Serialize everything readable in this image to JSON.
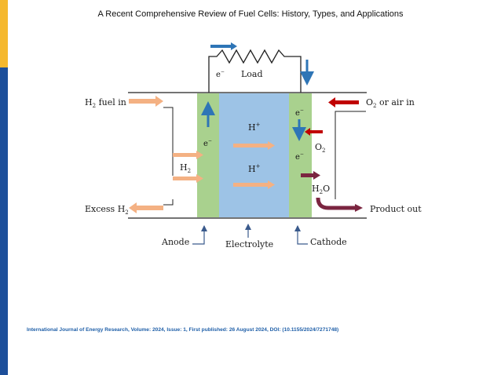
{
  "slide": {
    "title": "A Recent Comprehensive Review of Fuel Cells: History, Types, and Applications",
    "citation": "International Journal of Energy Research, Volume: 2024, Issue: 1, First published: 26 August 2024, DOI: (10.1155/2024/7271748)"
  },
  "diagram": {
    "load_label": "Load",
    "electron": "e",
    "minus": "−",
    "h2_fuel_in": "fuel in",
    "excess_h2": "Excess H",
    "h2": "H",
    "h_plus": "H",
    "plus": "+",
    "o2_or_air_in": "or air in",
    "o2": "O",
    "h2o": "H",
    "h2o_o": "O",
    "product_out": "Product out",
    "sub_2": "2",
    "anode": "Anode",
    "electrolyte": "Electrolyte",
    "cathode": "Cathode"
  },
  "colors": {
    "electrode": "#a9d18e",
    "electrolyte": "#9dc3e6",
    "orange_arrow": "#f4b183",
    "blue_arrow": "#2e75b6",
    "red_arrow": "#c00000",
    "purple_arrow": "#7b2540",
    "accent_yellow": "#f5b82e",
    "accent_blue": "#1d4f9a"
  }
}
